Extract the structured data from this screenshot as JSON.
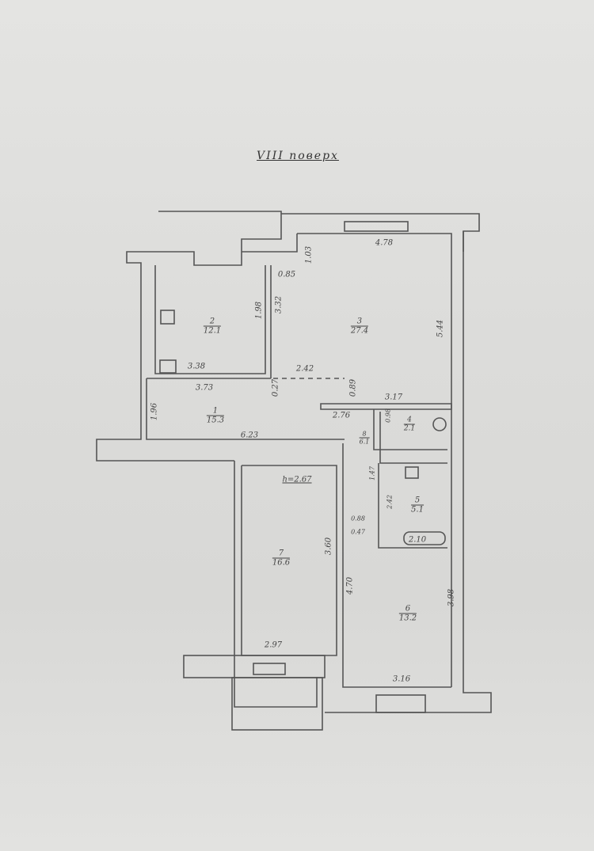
{
  "title": "VIII поверх",
  "rooms": [
    {
      "number": "1",
      "area": "15.3"
    },
    {
      "number": "2",
      "area": "12.1"
    },
    {
      "number": "3",
      "area": "27.4"
    },
    {
      "number": "4",
      "area": "2.1"
    },
    {
      "number": "5",
      "area": "5.1"
    },
    {
      "number": "6",
      "area": "13.2"
    },
    {
      "number": "7",
      "area": "16.6"
    },
    {
      "number": "8",
      "area": "6.1"
    }
  ],
  "ceiling_height": "h=2.67",
  "dimensions": [
    "4.78",
    "1.03",
    "0.85",
    "3.32",
    "1.98",
    "5.44",
    "3.38",
    "3.73",
    "0.27",
    "2.42",
    "0.89",
    "3.17",
    "1.96",
    "2.76",
    "6.23",
    "0.98",
    "1.47",
    "2.42",
    "0.88",
    "0.47",
    "2.10",
    "3.60",
    "4.70",
    "3.98",
    "2.97",
    "3.16"
  ]
}
